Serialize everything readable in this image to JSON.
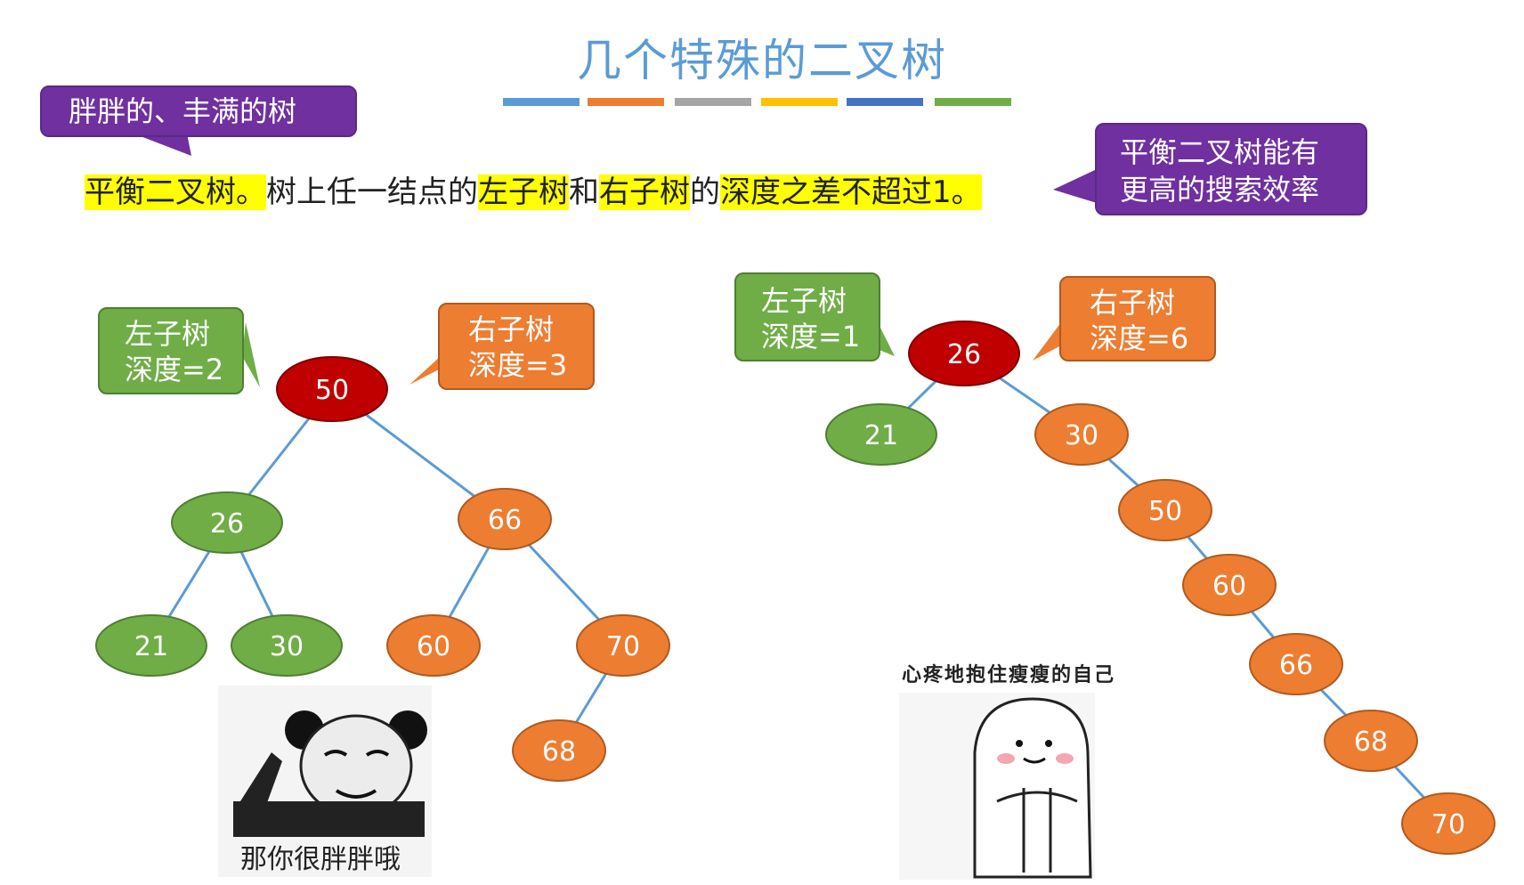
{
  "title": "几个特殊的二叉树",
  "colors": {
    "bars": [
      "#5b9bd5",
      "#ed7d31",
      "#a5a5a5",
      "#ffc000",
      "#4472c4",
      "#70ad47"
    ],
    "red_node": "#c00000",
    "green_node": "#70ad47",
    "orange_node": "#ed7d31",
    "edge": "#5b9bd5",
    "callout_purple": "#7030a0"
  },
  "callout_left": "胖胖的、丰满的树",
  "callout_right": {
    "line1": "平衡二叉树能有",
    "line2": "更高的搜索效率"
  },
  "definition": {
    "seg1": "平衡二叉树。",
    "seg2": "树上任一结点的",
    "seg3": "左子树",
    "seg4": "和",
    "seg5": "右子树",
    "seg6": "的",
    "seg7": "深度之差不超过1。"
  },
  "tree1": {
    "left_label": {
      "line1": "左子树",
      "line2": "深度=2"
    },
    "right_label": {
      "line1": "右子树",
      "line2": "深度=3"
    },
    "nodes": [
      {
        "id": "t1-root",
        "label": "50",
        "kind": "red"
      },
      {
        "id": "t1-26",
        "label": "26",
        "kind": "green"
      },
      {
        "id": "t1-66",
        "label": "66",
        "kind": "orange"
      },
      {
        "id": "t1-21",
        "label": "21",
        "kind": "green"
      },
      {
        "id": "t1-30",
        "label": "30",
        "kind": "green"
      },
      {
        "id": "t1-60",
        "label": "60",
        "kind": "orange"
      },
      {
        "id": "t1-70",
        "label": "70",
        "kind": "orange"
      },
      {
        "id": "t1-68",
        "label": "68",
        "kind": "orange"
      }
    ],
    "edges": [
      [
        "t1-root",
        "t1-26"
      ],
      [
        "t1-root",
        "t1-66"
      ],
      [
        "t1-26",
        "t1-21"
      ],
      [
        "t1-26",
        "t1-30"
      ],
      [
        "t1-66",
        "t1-60"
      ],
      [
        "t1-66",
        "t1-70"
      ],
      [
        "t1-70",
        "t1-68"
      ]
    ]
  },
  "tree2": {
    "left_label": {
      "line1": "左子树",
      "line2": "深度=1"
    },
    "right_label": {
      "line1": "右子树",
      "line2": "深度=6"
    },
    "nodes": [
      {
        "id": "t2-root",
        "label": "26",
        "kind": "red"
      },
      {
        "id": "t2-21",
        "label": "21",
        "kind": "green"
      },
      {
        "id": "t2-30",
        "label": "30",
        "kind": "orange"
      },
      {
        "id": "t2-50",
        "label": "50",
        "kind": "orange"
      },
      {
        "id": "t2-60",
        "label": "60",
        "kind": "orange"
      },
      {
        "id": "t2-66",
        "label": "66",
        "kind": "orange"
      },
      {
        "id": "t2-68",
        "label": "68",
        "kind": "orange"
      },
      {
        "id": "t2-70",
        "label": "70",
        "kind": "orange"
      }
    ],
    "edges": [
      [
        "t2-root",
        "t2-21"
      ],
      [
        "t2-root",
        "t2-30"
      ],
      [
        "t2-30",
        "t2-50"
      ],
      [
        "t2-50",
        "t2-60"
      ],
      [
        "t2-60",
        "t2-66"
      ],
      [
        "t2-66",
        "t2-68"
      ],
      [
        "t2-68",
        "t2-70"
      ]
    ]
  },
  "meme_left_caption": "那你很胖胖哦",
  "meme_right_caption": "心疼地抱住瘦瘦的自己"
}
